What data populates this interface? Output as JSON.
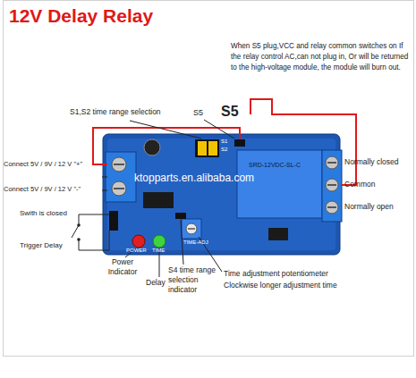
{
  "diagram": {
    "title": "12V Delay Relay",
    "labels": [
      "When S5 plug,VCC and relay common switches on If the relay control AC,can not plug in, Or will be returned to the high-voltage module, the module will burn out.",
      "S1,S2 time range selection",
      "S5",
      "S5",
      "Connect 5V / 9V / 12 V \"+\"",
      "Connect 5V / 9V / 12 V \"-\"",
      "Swith is closed",
      "Trigger Delay",
      "Power Indicator",
      "Delay",
      "S4 time range selection indicator",
      "Time adjustment potentiometer",
      "Clockwise longer adjustment time",
      "Normally closed",
      "Common",
      "Normally open",
      "ktopparts.en.alibaba.com",
      "S1",
      "S2",
      "POWER",
      "TIME",
      "TIME-ADJ",
      "SRD-12VDC-SL-C"
    ]
  }
}
